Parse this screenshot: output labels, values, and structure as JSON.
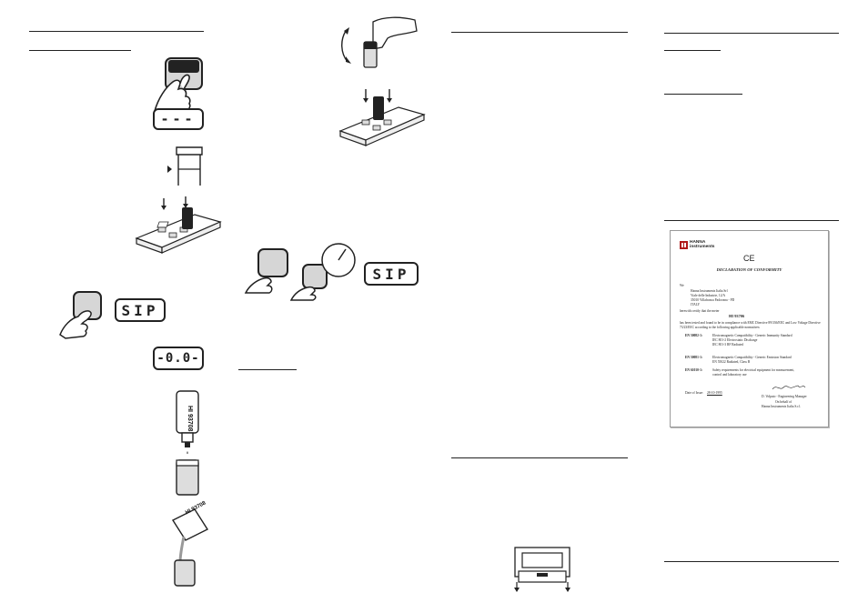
{
  "displays": {
    "dashes": "---",
    "sip_1": "SIP",
    "zero": "-0.0-",
    "sip_2": "SIP"
  },
  "bottle_label": "HI 93708",
  "packet_label": "HI 93708",
  "certificate": {
    "brand": "HANNA instruments",
    "ce_mark": "CE",
    "title": "DECLARATION OF CONFORMITY",
    "we": "We",
    "address": [
      "Hanna Instruments Italia Srl",
      "Viale delle Industrie, 12/A",
      "35010 Villafranca Padovana - PD",
      "ITALY"
    ],
    "herewith": "herewith certify that the meter",
    "model": "HI 93706",
    "tested": "has been tested and found to be in compliance with EMC Directive 89/336/EEC and Low Voltage Directive 73/23/EEC according to the following applicable normatives:",
    "norms": [
      {
        "code": "EN 50082-1:",
        "lines": [
          "Electromagnetic Compatibility - Generic Immunity Standard",
          "IEC 801-2 Electrostatic Discharge",
          "IEC 801-3 RF Radiated"
        ]
      },
      {
        "code": "EN 50081-1:",
        "lines": [
          "Electromagnetic Compatibility - Generic Emission Standard",
          "EN 55022 Radiated, Class B"
        ]
      },
      {
        "code": "EN 61010-1:",
        "lines": [
          "Safety requirements for electrical equipment for measurement,",
          "control and laboratory use"
        ]
      }
    ],
    "date_label": "Date of Issue:",
    "date_value": "28-10-1995",
    "signer": "D. Volpato - Engineering Manager",
    "on_behalf": "On behalf of",
    "company": "Hanna Instruments Italia S.r.l."
  },
  "colors": {
    "ink": "#222222",
    "key_fill": "#d6d6d6",
    "brand_red": "#b01818"
  }
}
